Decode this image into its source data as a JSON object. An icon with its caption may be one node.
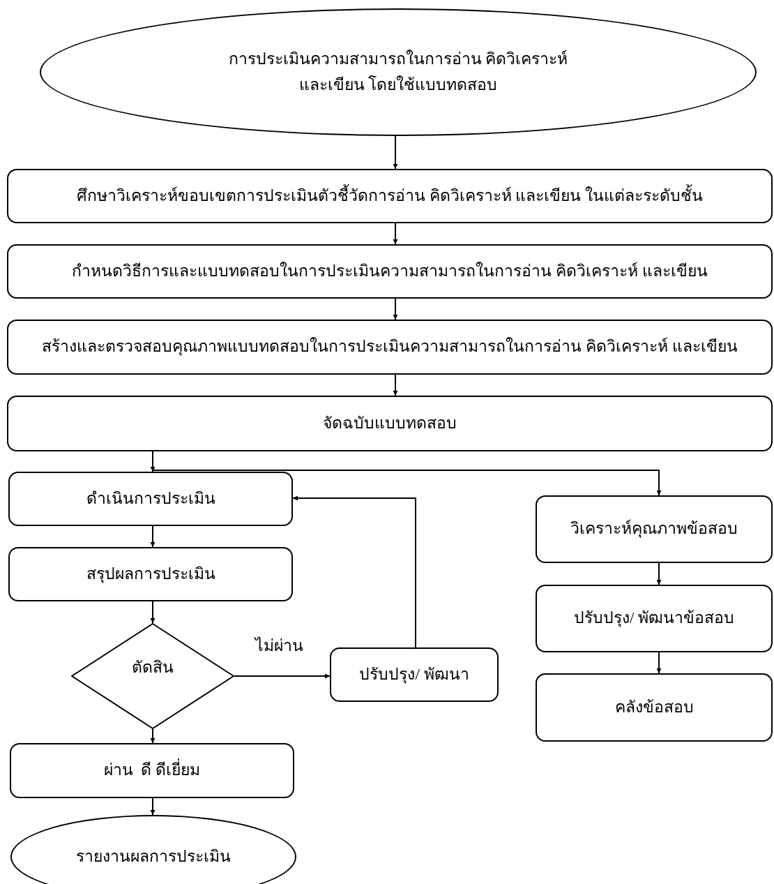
{
  "diagram": {
    "nodes": [
      {
        "text": [
          "การประเมินความสามารถในการอ่าน คิดวิเคราะห์ และเขียน โดยใช้แบบทดสอบ"
        ]
      },
      {
        "text": [
          "ศึกษาวิเคราะห์ขอบเขตการประเมินตัวชี้วัดการอ่าน คิดวิเคราะห์ และเขียน ในแต่ละระดับชั้น"
        ]
      },
      {
        "text": [
          "กำหนดวิธีการและแบบทดสอบในการประเมินความสามารถในการอ่าน คิดวิเคราะห์ และเขียน"
        ]
      },
      {
        "text": [
          "สร้างและตรวจสอบคุณภาพแบบทดสอบในการประเมินความสามารถในการอ่าน คิดวิเคราะห์ และเขียน"
        ]
      },
      {
        "text": [
          "จัดฉบับแบบทดสอบ"
        ]
      },
      {
        "text": [
          "ดำเนินการประเมิน"
        ]
      },
      {
        "text": [
          "สรุปผลการประเมิน"
        ]
      },
      {
        "text": [
          "ตัดสิน"
        ]
      },
      {
        "text": [
          "ปรับปรุง/ พัฒนา"
        ]
      },
      {
        "text": [
          "ผ่าน  ดี ดีเยี่ยม"
        ]
      },
      {
        "text": [
          "รายงานผลการประเมิน"
        ]
      },
      {
        "text": [
          "วิเคราะห์คุณภาพข้อสอบ"
        ]
      },
      {
        "text": [
          "ปรับปรุง/ พัฒนาข้อสอบ"
        ]
      },
      {
        "text": [
          "คลังข้อสอบ"
        ]
      }
    ],
    "edges": [
      {
        "from": 0,
        "to": 1,
        "arrow": "to"
      },
      {
        "from": 1,
        "to": 2,
        "arrow": "to"
      },
      {
        "from": 2,
        "to": 3,
        "arrow": "to"
      },
      {
        "from": 3,
        "to": 4,
        "arrow": "to"
      },
      {
        "from": 4,
        "to": 5,
        "arrow": "to"
      },
      {
        "from": 4,
        "to": 11,
        "arrow": "to"
      },
      {
        "from": 5,
        "to": 6,
        "arrow": "to"
      },
      {
        "from": 6,
        "to": 7,
        "arrow": "to"
      },
      {
        "from": 7,
        "to": 8,
        "arrow": "to",
        "label": "ไม่ผ่าน"
      },
      {
        "from": 8,
        "to": 5,
        "arrow": "to"
      },
      {
        "from": 7,
        "to": 9,
        "arrow": "to"
      },
      {
        "from": 9,
        "to": 10,
        "arrow": "to"
      },
      {
        "from": 11,
        "to": 12,
        "arrow": "to"
      },
      {
        "from": 12,
        "to": 13,
        "arrow": "to"
      }
    ]
  }
}
